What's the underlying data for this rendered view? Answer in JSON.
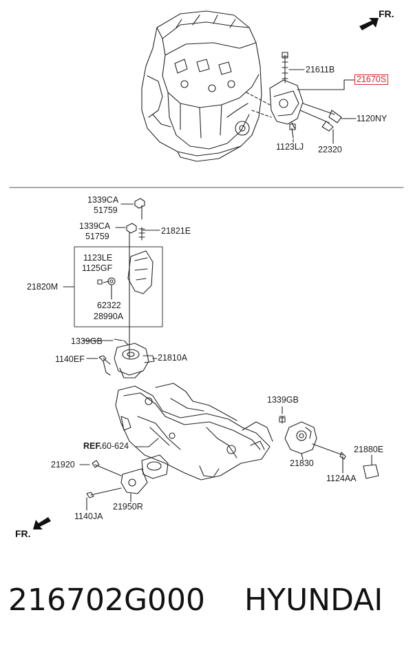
{
  "diagram": {
    "direction_top": "FR.",
    "direction_bottom": "FR.",
    "top_labels": {
      "p21611B": "21611B",
      "p21670S": "21670S",
      "p1120NY": "1120NY",
      "p1123LJ": "1123LJ",
      "p22320": "22320"
    },
    "bottom_labels": {
      "p1339CA_a": "1339CA",
      "p51759_a": "51759",
      "p1339CA_b": "1339CA",
      "p51759_b": "51759",
      "p21821E": "21821E",
      "p1123LE": "1123LE",
      "p1125GF": "1125GF",
      "p21820M": "21820M",
      "p62322": "62322",
      "p28990A": "28990A",
      "p1339GB_a": "1339GB",
      "p1140EF": "1140EF",
      "p21810A": "21810A",
      "p1339GB_b": "1339GB",
      "ref_prefix": "REF.",
      "ref_value": "60-624",
      "p21830": "21830",
      "p21880E": "21880E",
      "p21920": "21920",
      "p1124AA": "1124AA",
      "p21950R": "21950R",
      "p1140JA": "1140JA"
    },
    "highlight_color": "#d9262c"
  },
  "caption": {
    "part_number": "216702G000",
    "brand": "HYUNDAI"
  }
}
